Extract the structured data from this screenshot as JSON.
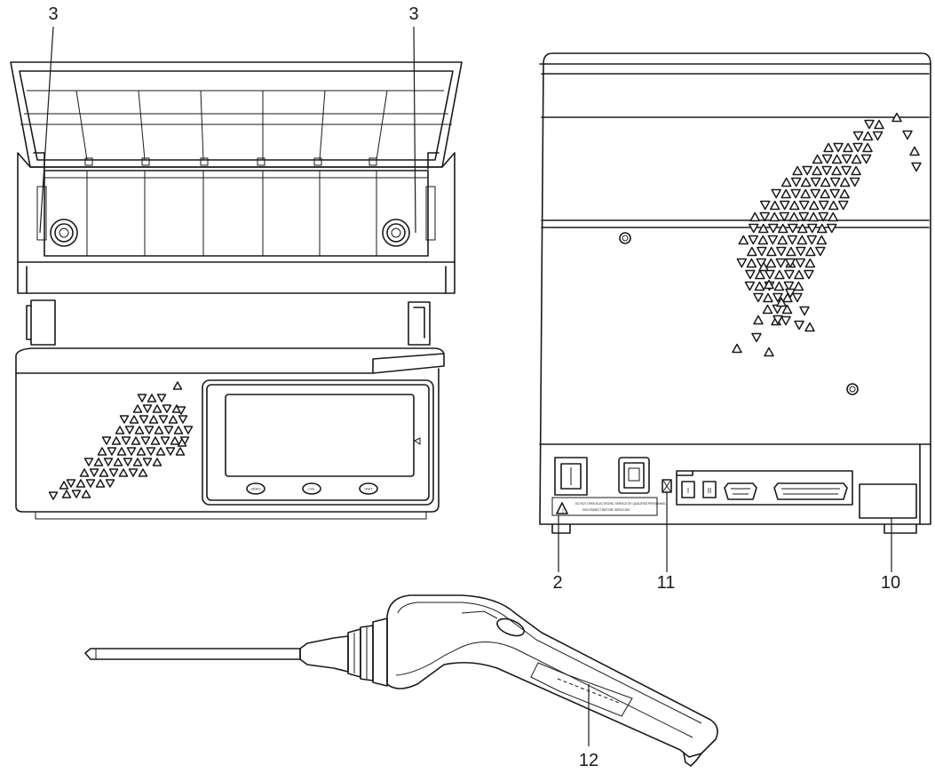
{
  "figure": {
    "callouts": {
      "c3_left": "3",
      "c3_right": "3",
      "c2": "2",
      "c11": "11",
      "c10": "10",
      "c12": "12"
    },
    "keypad_labels": [
      "ZERO",
      "CAL",
      "UNIT"
    ],
    "warning_label_lines": [
      "DO NOT OPEN ELECTRONIC SERVICE BY QUALIFIED PERSONNEL",
      "DISCONNECT BEFORE SERVICING"
    ]
  }
}
